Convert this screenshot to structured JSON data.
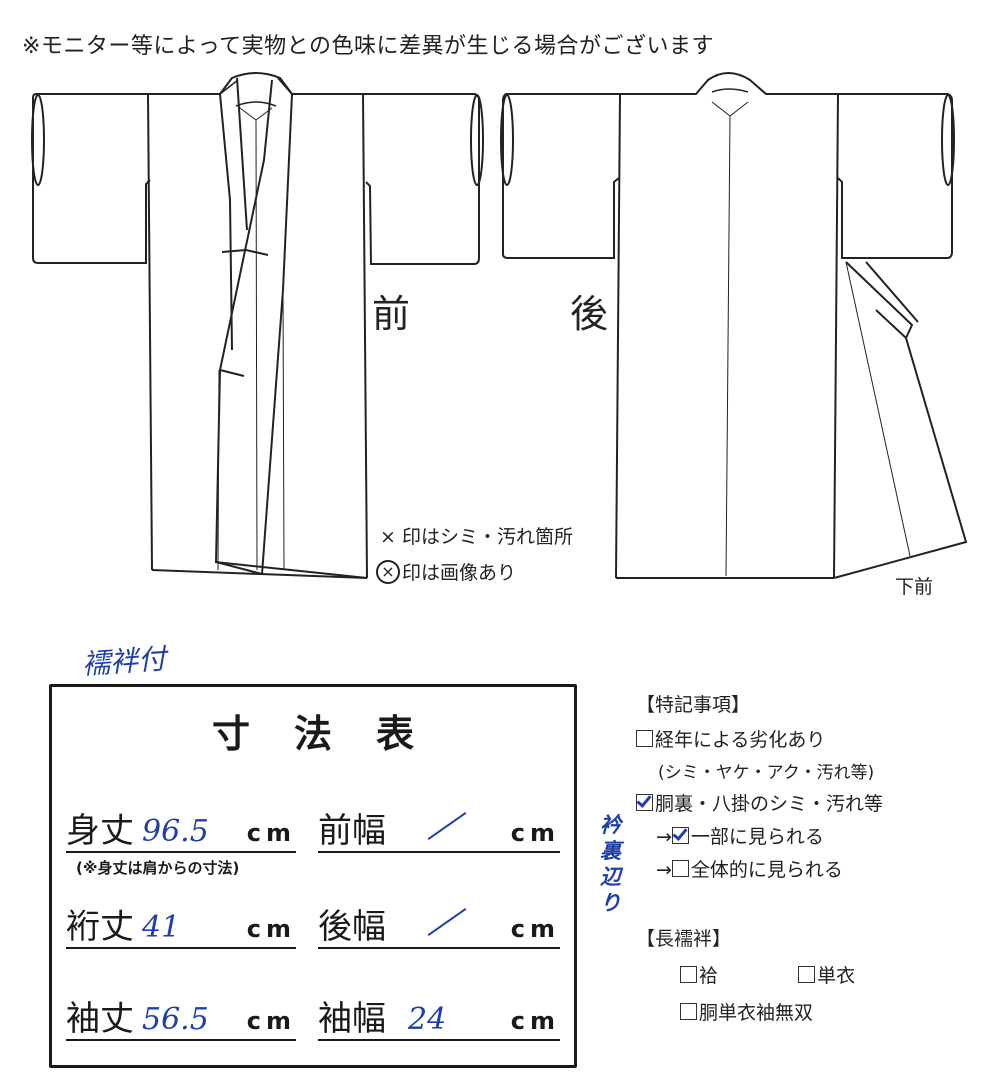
{
  "notice": "※モニター等によって実物との色味に差異が生じる場合がございます",
  "diagram": {
    "front_label": "前",
    "back_label": "後",
    "legend_stain": "× 印はシミ・汚れ箇所",
    "legend_image": "印は画像あり",
    "legend_image_icon": "⊗",
    "under_front_label": "下前"
  },
  "handwritten_top": "襦袢付",
  "size_table": {
    "title": "寸法表",
    "unit": "cm",
    "note": "(※身丈は肩からの寸法)",
    "rows": [
      {
        "label": "身丈",
        "value": "96.5"
      },
      {
        "label": "前幅",
        "value": "/"
      },
      {
        "label": "裄丈",
        "value": "41"
      },
      {
        "label": "後幅",
        "value": "/"
      },
      {
        "label": "袖丈",
        "value": "56.5"
      },
      {
        "label": "袖幅",
        "value": "24"
      }
    ]
  },
  "special_notes": {
    "heading": "【特記事項】",
    "items": [
      {
        "label": "経年による劣化あり",
        "checked": false
      },
      {
        "label": "(シミ・ヤケ・アク・汚れ等)"
      },
      {
        "label": "胴裏・八掛のシミ・汚れ等",
        "checked": true
      },
      {
        "label": "→",
        "sub": "一部に見られる",
        "checked": true
      },
      {
        "label": "→",
        "sub": "全体的に見られる",
        "checked": false
      }
    ],
    "handwritten": "衿裏 辺り"
  },
  "long_juban": {
    "heading": "【長襦袢】",
    "options": [
      {
        "label": "袷",
        "checked": false
      },
      {
        "label": "単衣",
        "checked": false
      },
      {
        "label": "胴単衣袖無双",
        "checked": false
      }
    ]
  }
}
